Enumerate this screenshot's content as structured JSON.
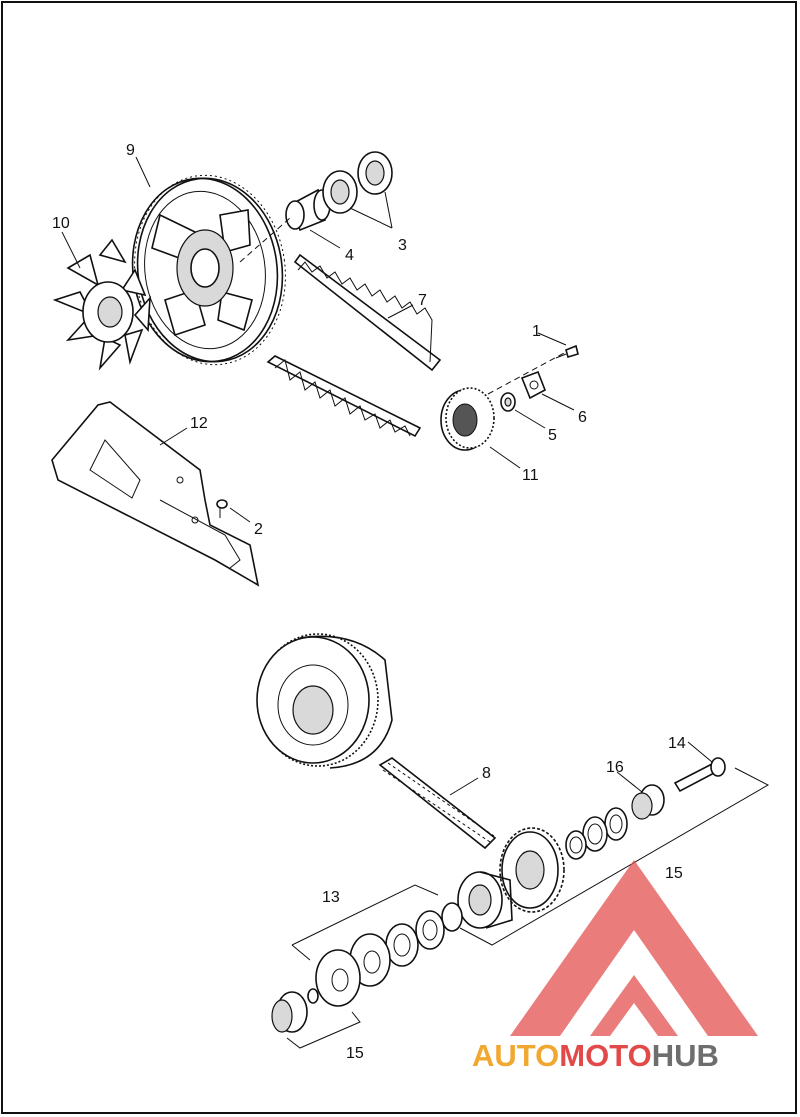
{
  "callouts": {
    "c1": "1",
    "c2": "2",
    "c3": "3",
    "c4": "4",
    "c5": "5",
    "c6": "6",
    "c7": "7",
    "c8": "8",
    "c9": "9",
    "c10": "10",
    "c11": "11",
    "c12": "12",
    "c13": "13",
    "c14": "14",
    "c15a": "15",
    "c15b": "15",
    "c16": "16"
  },
  "watermark": {
    "part1": "AUTO",
    "part2": "MOTO",
    "part3": "HUB"
  },
  "colors": {
    "logo_red": "#e24a4a",
    "logo_orange": "#f0a830",
    "logo_gray": "#6e6e6e",
    "line": "#111111"
  }
}
